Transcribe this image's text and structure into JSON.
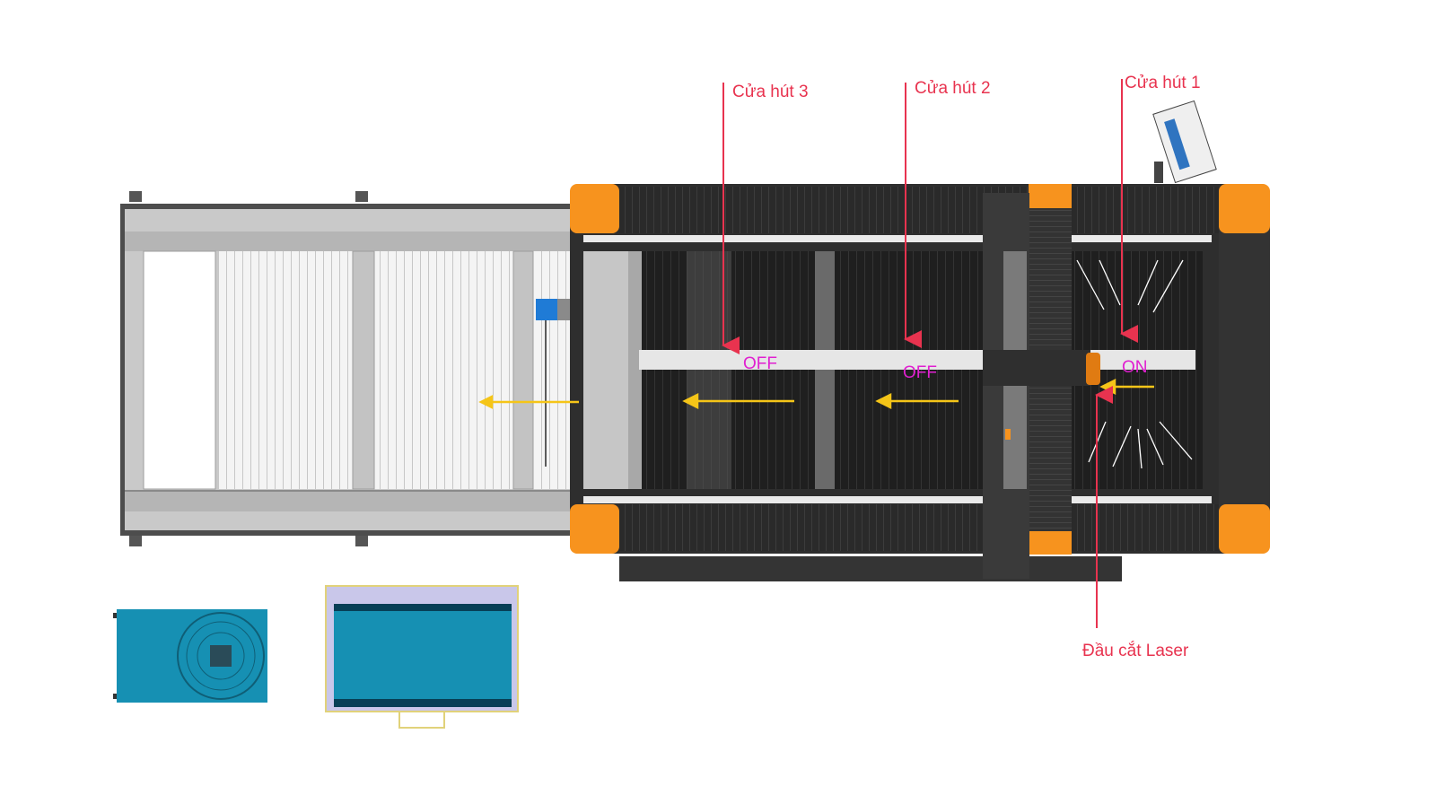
{
  "labels": {
    "suction_door_1": "Cửa hút 1",
    "suction_door_2": "Cửa hút 2",
    "suction_door_3": "Cửa hút 3",
    "laser_head": "Đầu cắt Laser"
  },
  "zones": {
    "zone_1_state": "ON",
    "zone_2_state": "OFF",
    "zone_3_state": "OFF"
  },
  "colors": {
    "annotation": "#e8334f",
    "state_text": "#e020d0",
    "flow_arrow": "#f5c518",
    "frame_orange": "#f7931e",
    "machine_dark": "#2b2b2b",
    "exchange_table_gray": "#b9b9b9",
    "chiller_blue": "#1690b3"
  }
}
